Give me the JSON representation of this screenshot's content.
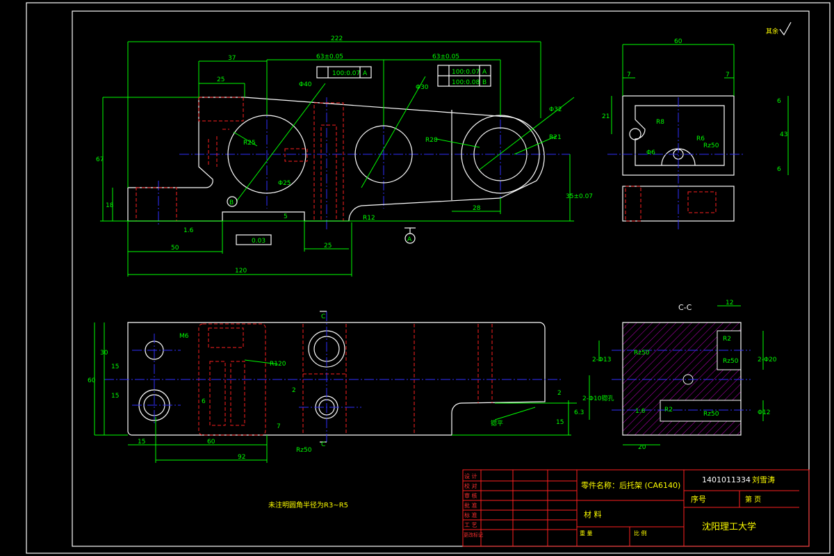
{
  "dims": {
    "d222": "222",
    "d37": "37",
    "d63a": "63±0.05",
    "d63b": "63±0.05",
    "d25": "25",
    "d67": "67",
    "d18": "18",
    "d50": "50",
    "d120": "120",
    "d25b": "25",
    "d5": "5",
    "d28": "28",
    "d35": "35±0.07",
    "d16": "1.6",
    "flat": "0.03",
    "r25": "R25",
    "r28": "R28",
    "r21": "R21",
    "r12": "R12",
    "phi40": "Φ40",
    "phi30": "Φ30",
    "phi32": "Φ32",
    "phi25": "Φ25",
    "tol1": "100:0.07",
    "tol2": "100:0.07",
    "tol3": "100:0.08",
    "datumA": "A",
    "datumB": "B",
    "labelB": "B",
    "labelA": "A",
    "s60": "60",
    "s7a": "7",
    "s7b": "7",
    "s21": "21",
    "s43": "43",
    "s6a": "6",
    "s6b": "6",
    "sR8": "R8",
    "sR6": "R6",
    "sRz50": "Rz50",
    "sPhi6": "Φ6",
    "pC1": "C",
    "pC2": "C",
    "p30": "30",
    "p15a": "15",
    "p60": "60",
    "p15b": "15",
    "pM6": "M6",
    "pR120": "R120",
    "p2": "2",
    "p6": "6",
    "p7": "7",
    "p2b": "2",
    "p15c": "15",
    "p63": "6.3",
    "pRz50": "Rz50",
    "p15d": "15",
    "p60b": "60",
    "p92": "92",
    "pFlat": "锪平",
    "cc": "C-C",
    "c12": "12",
    "c2phi13": "2-Φ13",
    "cRz50a": "Rz50",
    "cRz50b": "Rz50",
    "c2phi20": "2-Φ20",
    "c2phi10": "2-Φ10锪孔",
    "c16": "1.6",
    "cRz50c": "Rz50",
    "cPhi12": "Φ12",
    "c20": "20",
    "cR2a": "R2",
    "cR2b": "R2"
  },
  "corner_mark": "其余",
  "note": "未注明圆角半径为R3~R5",
  "title_block": {
    "left_rows": [
      "设 计",
      "校 对",
      "审 核",
      "批 准",
      "标 准",
      "工 艺",
      "更改标记"
    ],
    "part_label": "零件名称：后托架 (CA6140)",
    "material_label": "材 料",
    "weight_label": "重 量",
    "scale_label": "比 例",
    "drawing_number": "1401011334",
    "drawing_number_suffix": "刘雪涛",
    "seq_label": "序号",
    "sheet_label": "第 页",
    "school": "沈阳理工大学"
  }
}
